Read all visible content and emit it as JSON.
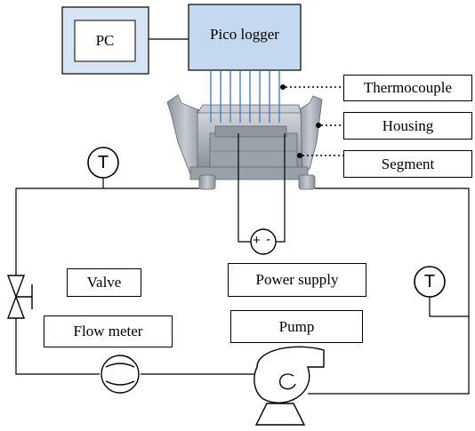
{
  "labels": {
    "pc": "PC",
    "pico_logger": "Pico logger",
    "thermocouple": "Thermocouple",
    "housing": "Housing",
    "segment": "Segment",
    "valve": "Valve",
    "power_supply": "Power supply",
    "flow_meter": "Flow meter",
    "pump": "Pump",
    "temp_sensor": "T",
    "plus": "+",
    "minus": "-"
  },
  "colors": {
    "pc_inner_fill": "#d6e5f3",
    "pico_fill": "#c4d8ef",
    "thermocouple_wires": "#4a7fc0",
    "housing_metal": "#a7aeb6",
    "segment_metal": "#8f979f"
  }
}
